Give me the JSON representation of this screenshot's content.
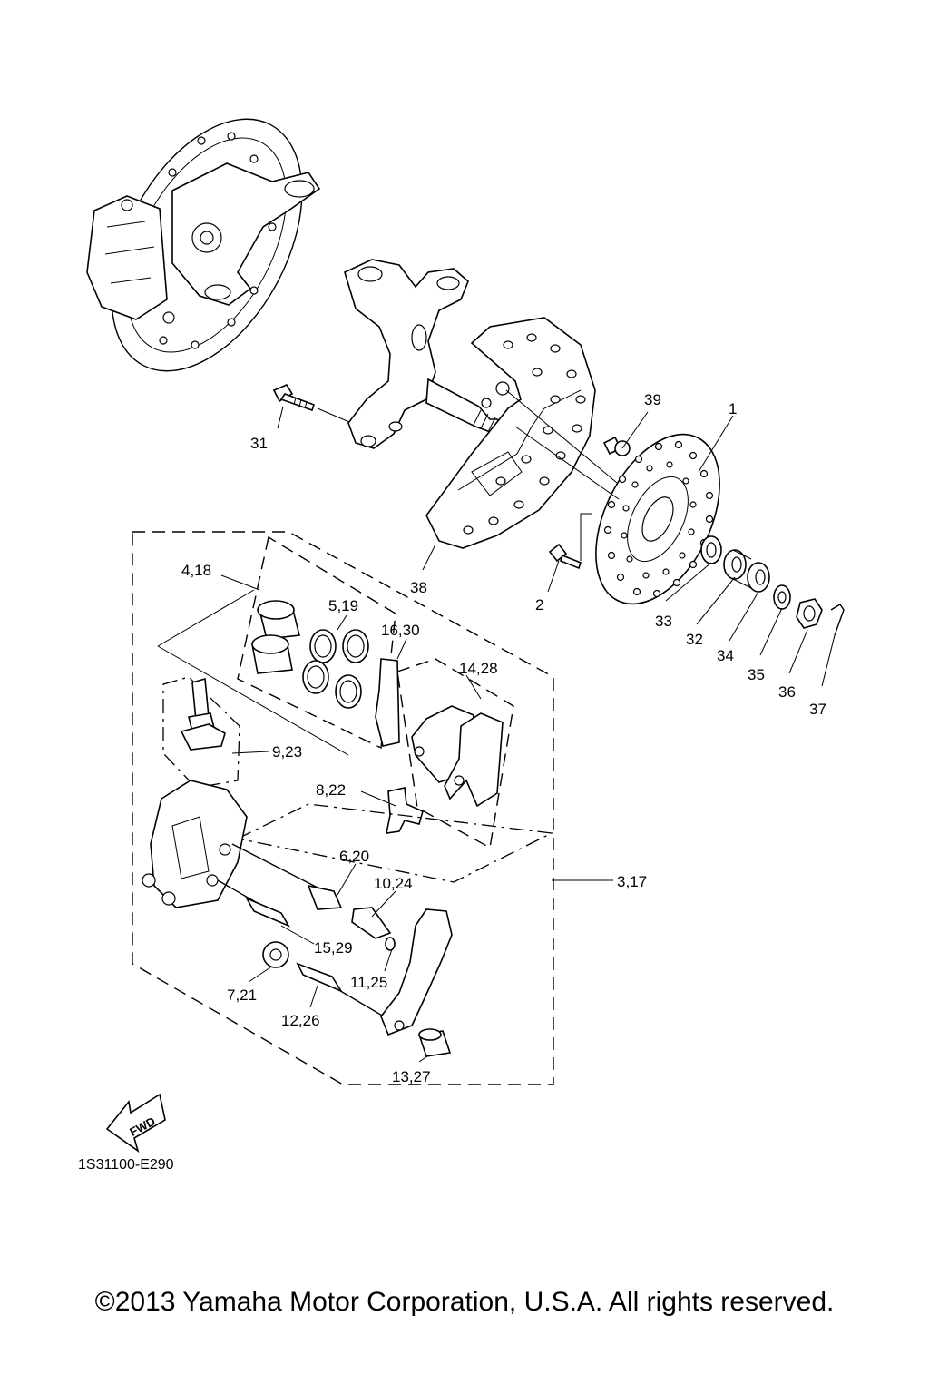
{
  "callouts": {
    "c39": "39",
    "c1": "1",
    "c31": "31",
    "c4_18": "4,18",
    "c38": "38",
    "c2": "2",
    "c5_19": "5,19",
    "c16_30": "16,30",
    "c33": "33",
    "c32": "32",
    "c34": "34",
    "c35": "35",
    "c36": "36",
    "c37": "37",
    "c14_28": "14,28",
    "c9_23": "9,23",
    "c8_22": "8,22",
    "c6_20": "6,20",
    "c3_17": "3,17",
    "c10_24": "10,24",
    "c15_29": "15,29",
    "c11_25": "11,25",
    "c7_21": "7,21",
    "c12_26": "12,26",
    "c13_27": "13,27"
  },
  "fwd_label": "FWD",
  "part_id": "1S31100-E290",
  "copyright": "©2013 Yamaha Motor Corporation, U.S.A. All rights reserved."
}
